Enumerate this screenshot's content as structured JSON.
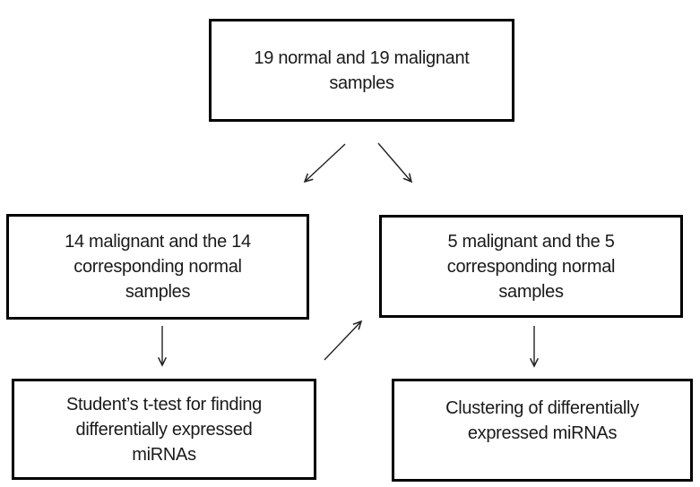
{
  "diagram": {
    "type": "flowchart",
    "colors": {
      "background": "#ffffff",
      "box_border": "#000000",
      "box_fill": "#ffffff",
      "text": "#1a1a1a",
      "arrow": "#222222"
    },
    "nodes": {
      "top": {
        "id": "samples-total",
        "text": "19 normal and 19 malignant\nsamples"
      },
      "mid_left": {
        "id": "paired-14",
        "text": "14 malignant and the 14\ncorresponding normal\nsamples"
      },
      "mid_right": {
        "id": "paired-5",
        "text": "5 malignant and the 5\ncorresponding normal\nsamples"
      },
      "bottom_left": {
        "id": "ttest",
        "text": "Student’s t-test for finding\ndifferentially expressed\nmiRNAs"
      },
      "bottom_right": {
        "id": "clustering",
        "text": "Clustering of differentially\nexpressed miRNAs"
      }
    },
    "edges": [
      {
        "from": "samples-total",
        "to": "paired-14"
      },
      {
        "from": "samples-total",
        "to": "paired-5"
      },
      {
        "from": "paired-14",
        "to": "ttest"
      },
      {
        "from": "paired-5",
        "to": "clustering"
      },
      {
        "from": "ttest",
        "to": "paired-5"
      }
    ]
  }
}
